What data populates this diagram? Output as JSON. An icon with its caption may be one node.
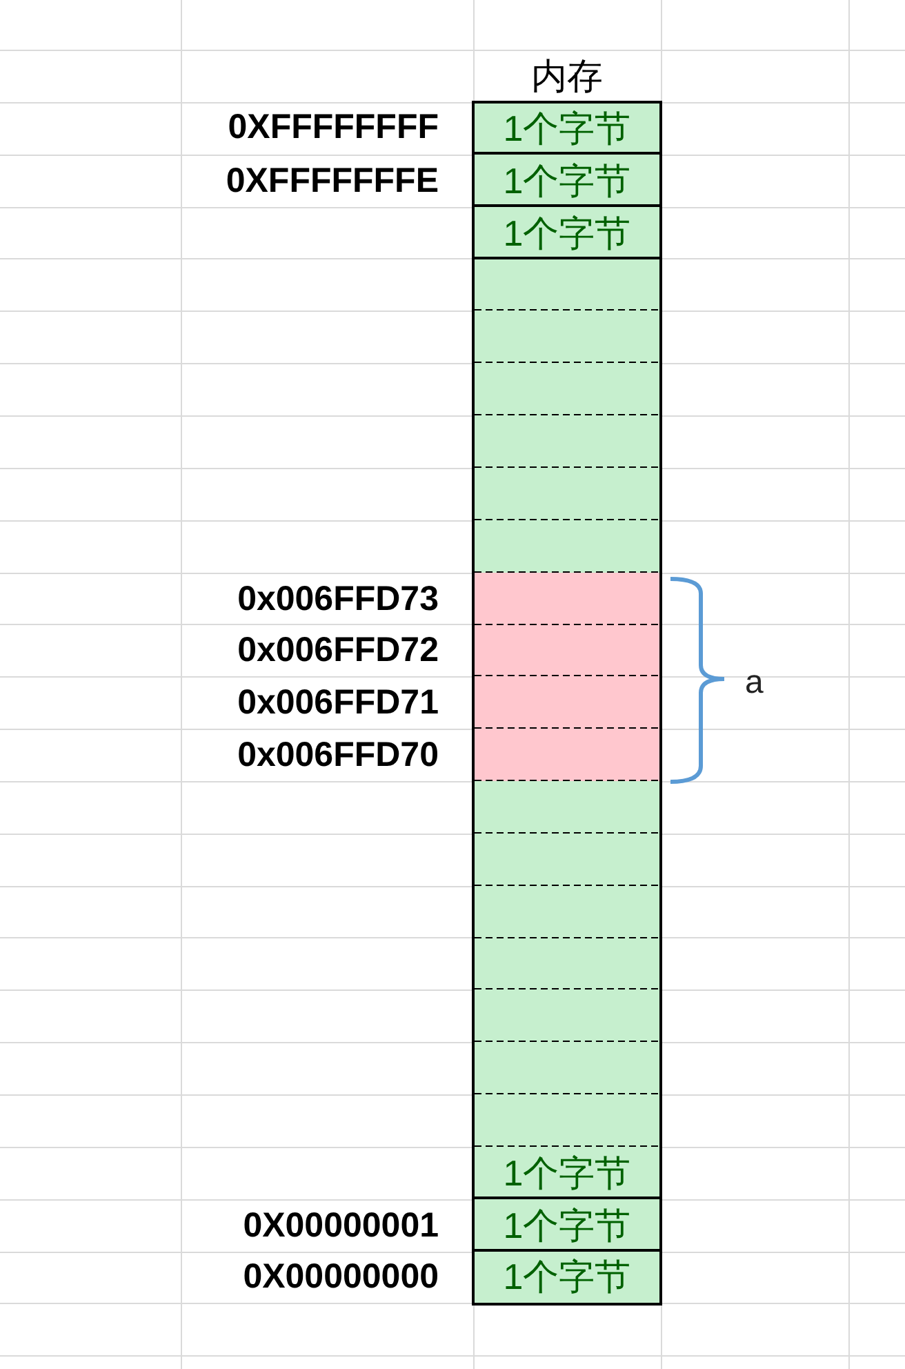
{
  "diagram": {
    "nodes": [
      {
        "text": [
          "内存"
        ]
      },
      {
        "text": [
          "1个字节"
        ],
        "in": 0,
        "beside": [
          "0XFFFFFFFF"
        ]
      },
      {
        "text": [
          "1个字节"
        ],
        "in": 0,
        "beside": [
          "0XFFFFFFFE"
        ]
      },
      {
        "text": [
          "1个字节"
        ],
        "in": 0
      },
      {
        "text": [],
        "shape": "box",
        "in": 0
      },
      {
        "text": [],
        "shape": "box",
        "in": 0
      },
      {
        "text": [],
        "shape": "box",
        "in": 0
      },
      {
        "text": [],
        "shape": "box",
        "in": 0
      },
      {
        "text": [],
        "shape": "box",
        "in": 0
      },
      {
        "text": [],
        "shape": "box",
        "in": 0
      },
      {
        "text": [],
        "shape": "box",
        "in": 0,
        "beside": [
          "0x006FFD73"
        ]
      },
      {
        "text": [],
        "shape": "box",
        "in": 0,
        "beside": [
          "0x006FFD72"
        ]
      },
      {
        "text": [],
        "shape": "box",
        "in": 0,
        "beside": [
          "0x006FFD71"
        ]
      },
      {
        "text": [],
        "shape": "box",
        "in": 0,
        "beside": [
          "0x006FFD70"
        ]
      },
      {
        "text": [],
        "shape": "box",
        "in": 0
      },
      {
        "text": [],
        "shape": "box",
        "in": 0
      },
      {
        "text": [],
        "shape": "box",
        "in": 0
      },
      {
        "text": [],
        "shape": "box",
        "in": 0
      },
      {
        "text": [],
        "shape": "box",
        "in": 0
      },
      {
        "text": [],
        "shape": "box",
        "in": 0
      },
      {
        "text": [],
        "shape": "box",
        "in": 0
      },
      {
        "text": [
          "1个字节"
        ],
        "in": 0
      },
      {
        "text": [
          "1个字节"
        ],
        "in": 0,
        "beside": [
          "0X00000001"
        ]
      },
      {
        "text": [
          "1个字节"
        ],
        "in": 0,
        "beside": [
          "0X00000000"
        ]
      }
    ],
    "labels": [
      "a"
    ]
  }
}
